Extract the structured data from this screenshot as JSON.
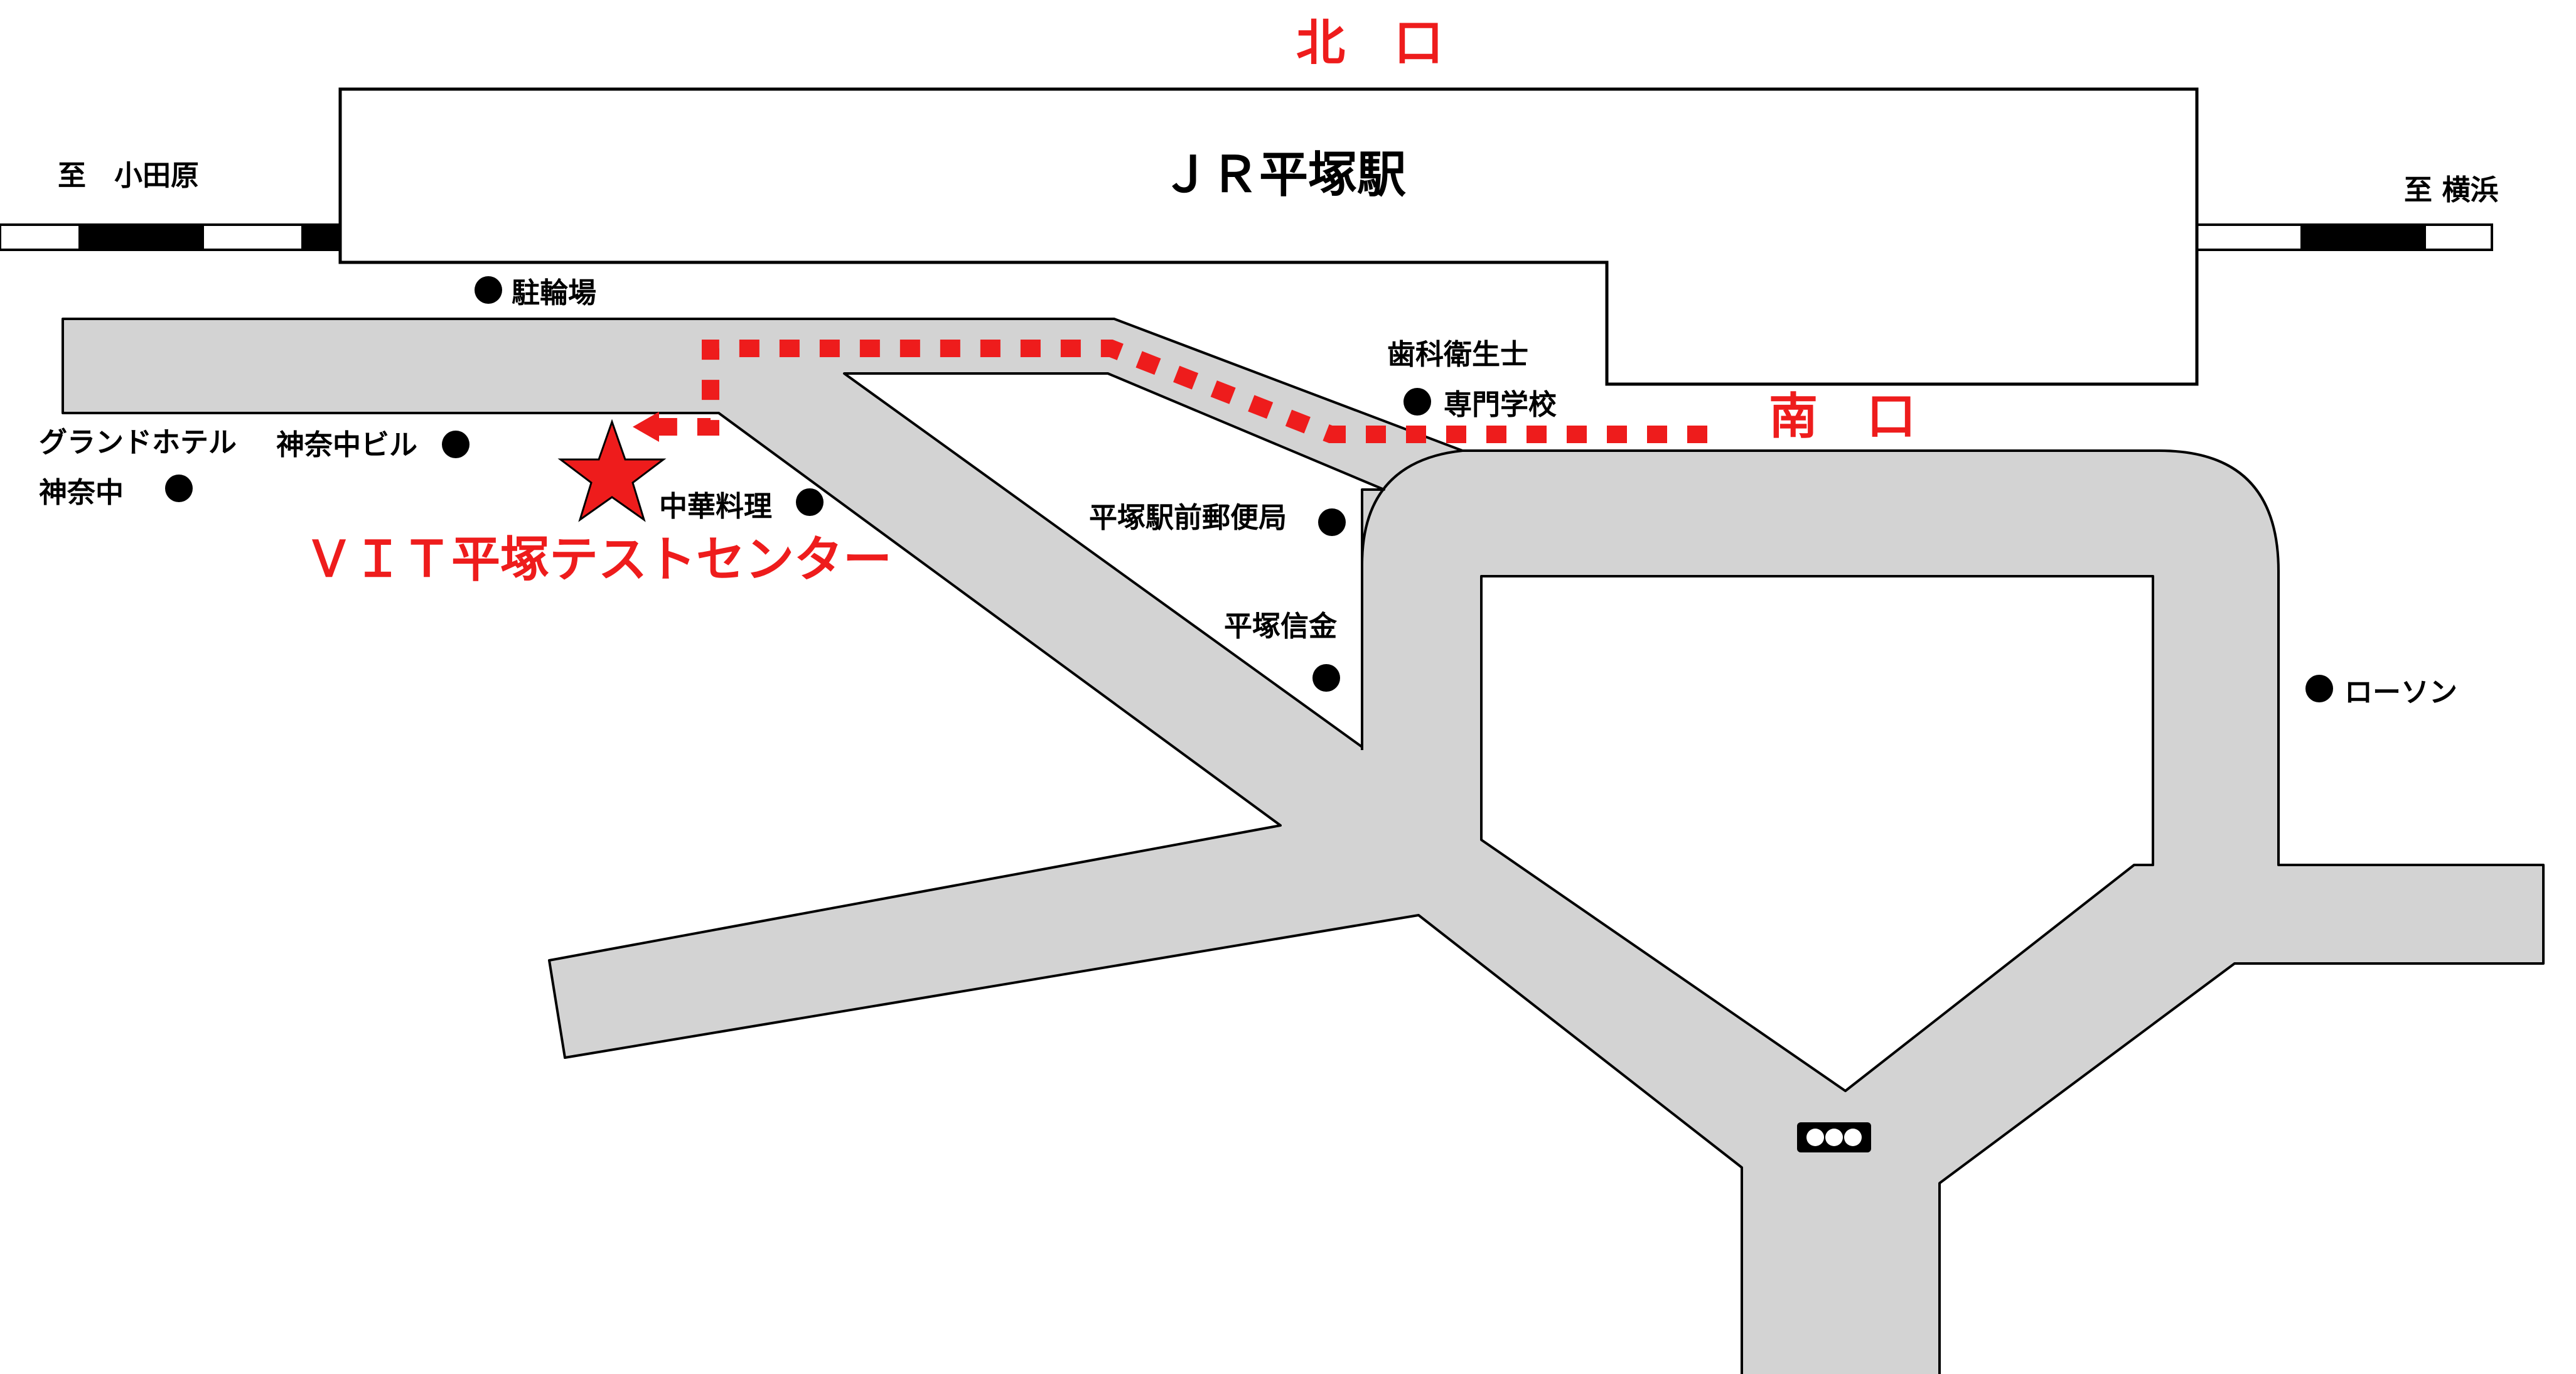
{
  "station": {
    "name": "ＪＲ平塚駅",
    "north_exit": "北　口",
    "south_exit": "南　口",
    "to_west": "至　小田原",
    "to_east": "至 横浜"
  },
  "destination": {
    "name": "ＶＩＴ平塚テストセンター"
  },
  "landmarks": {
    "bicycle_parking": "駐輪場",
    "grand_hotel_line1": "グランドホテル",
    "grand_hotel_line2": "神奈中",
    "kanachu_building": "神奈中ビル",
    "chinese_restaurant": "中華料理",
    "dental_school_line1": "歯科衛生士",
    "dental_school_line2": "専門学校",
    "post_office": "平塚駅前郵便局",
    "shinkin_bank": "平塚信金",
    "lawson": "ローソン"
  },
  "colors": {
    "road": "#d3d3d3",
    "route": "#ee1c1c",
    "accent_text": "#ee1c1c",
    "outline": "#000000",
    "background": "#ffffff"
  },
  "icons": {
    "landmark": "filled-circle-marker",
    "destination": "red-star-marker",
    "traffic_light": "traffic-light-icon"
  }
}
